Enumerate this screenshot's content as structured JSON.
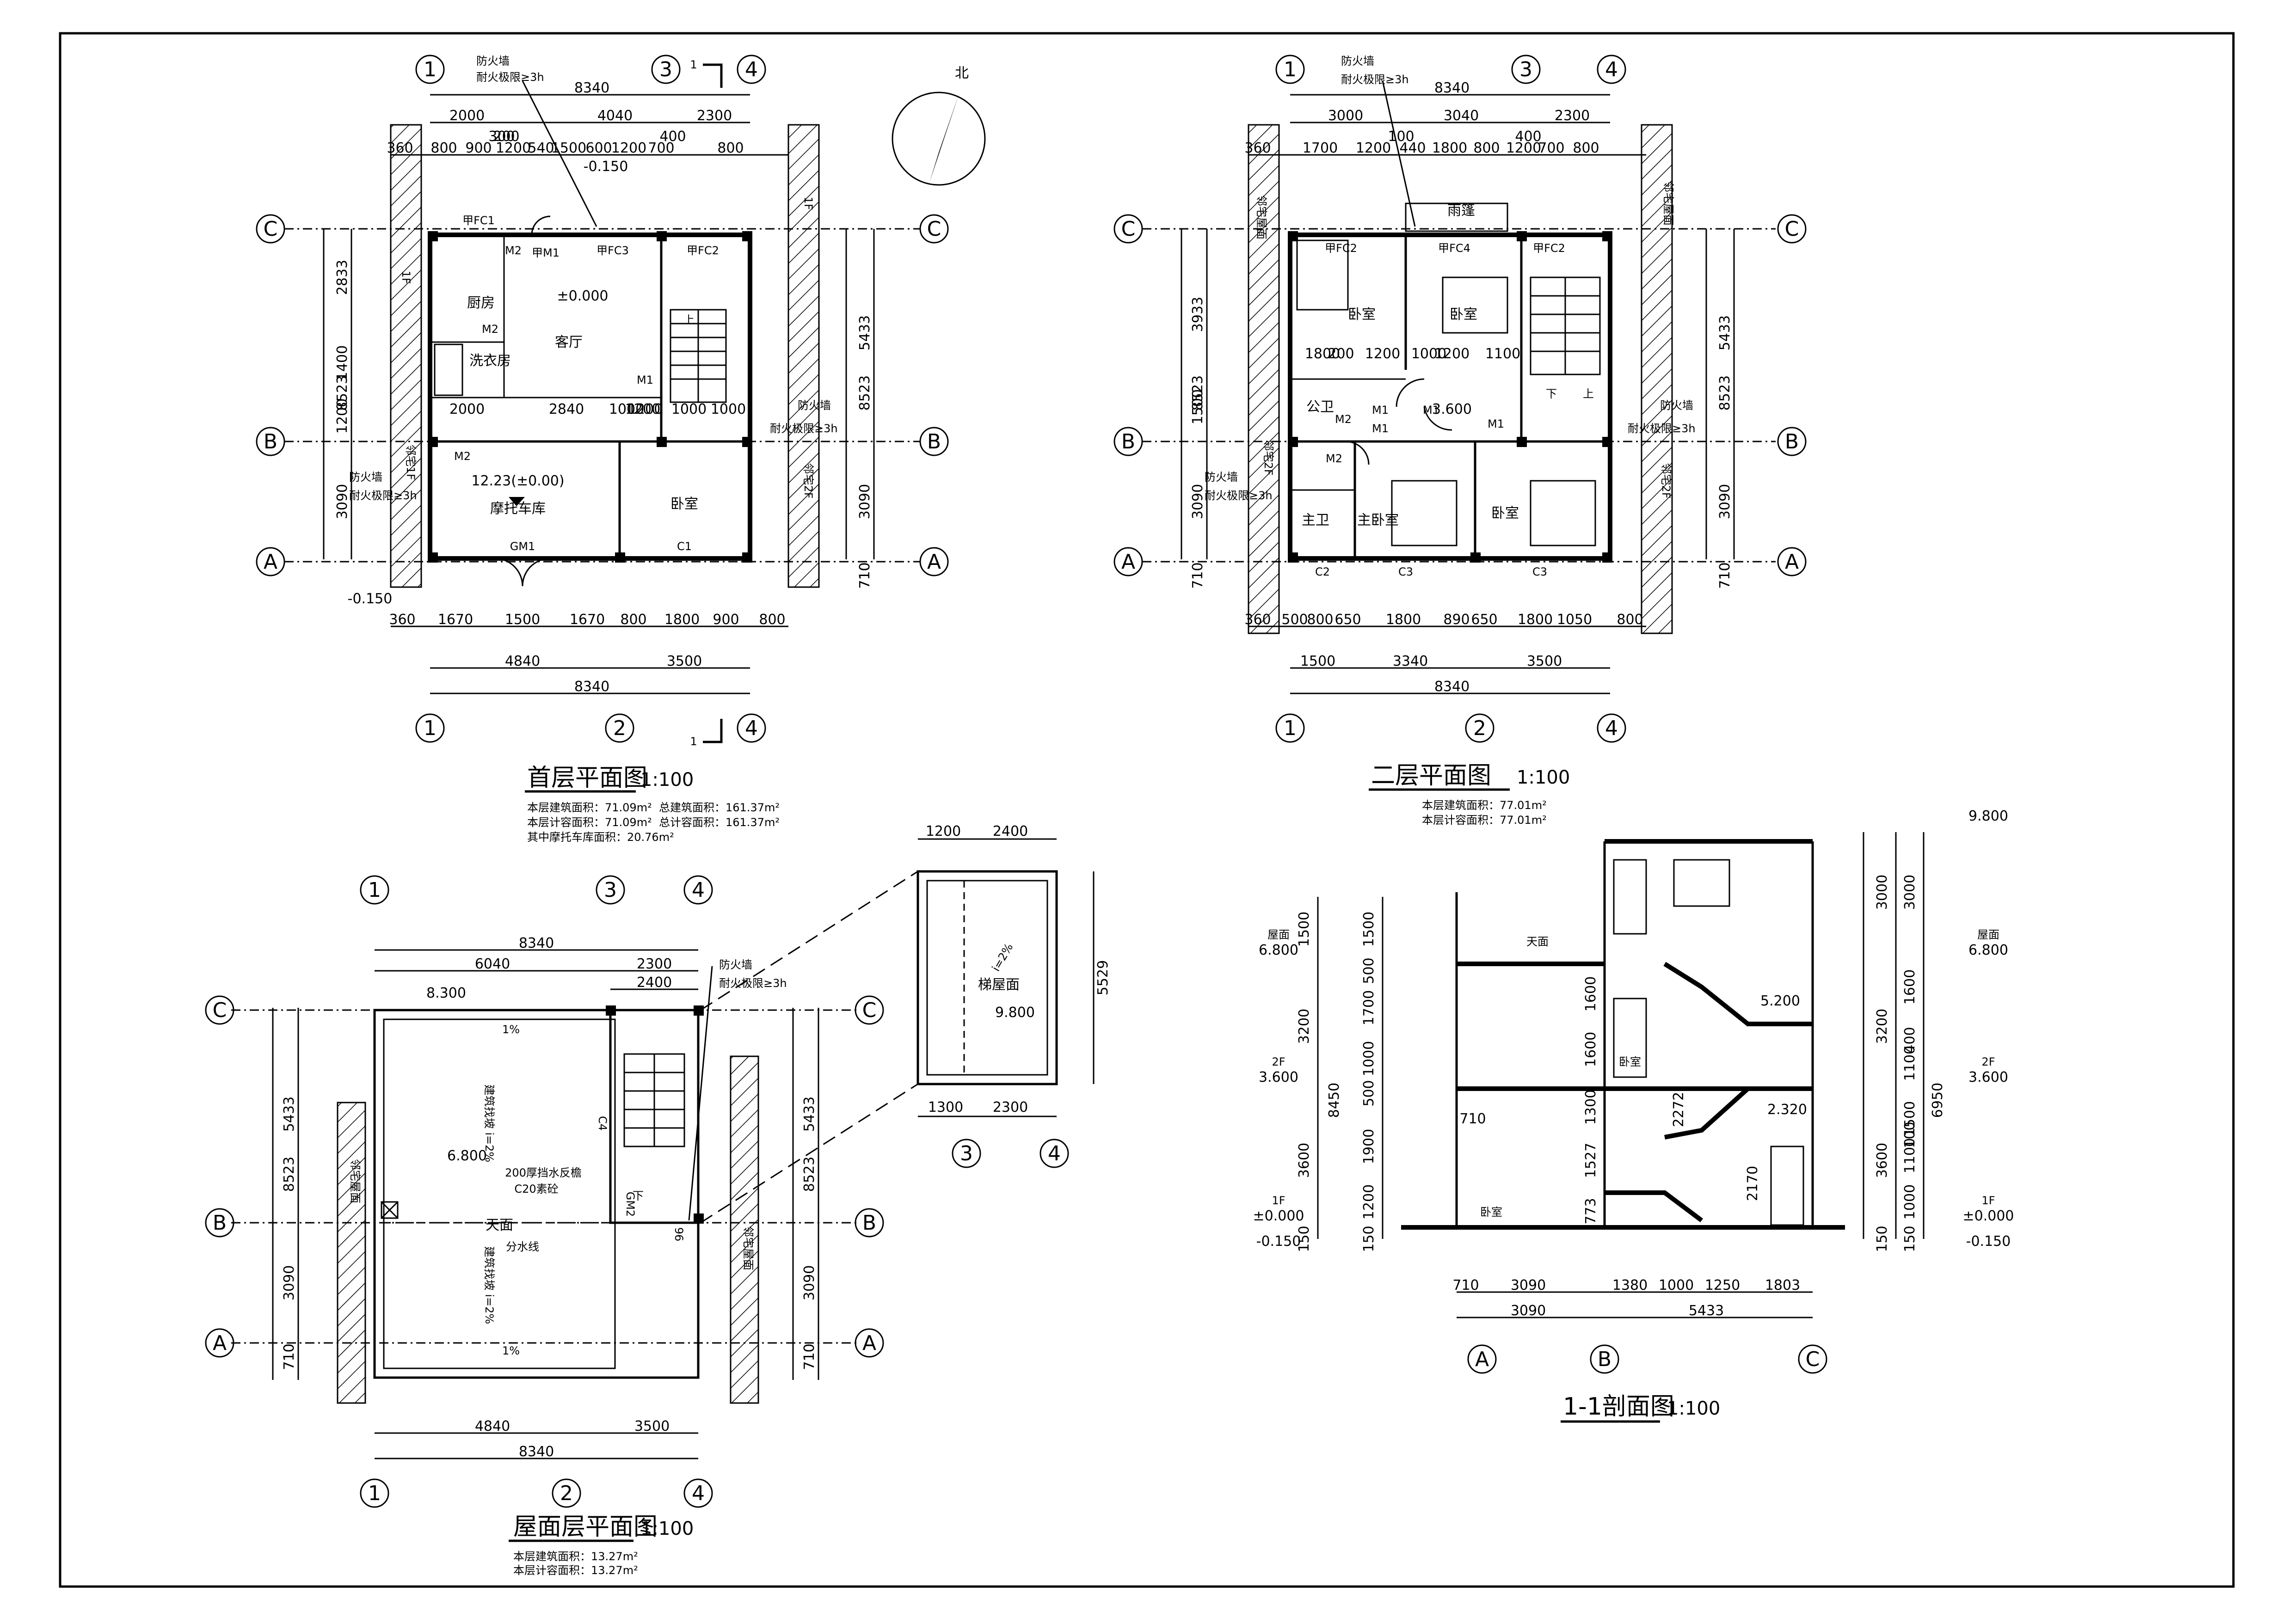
{
  "drawings": {
    "plan1": {
      "title": "首层平面图",
      "scale": "1:100",
      "notes": [
        "本层建筑面积：71.09m²",
        "本层计容面积：71.09m²",
        "其中摩托车库面积：20.76m²"
      ],
      "notes_right": [
        "总建筑面积：161.37m²",
        "总计容面积：161.37m²"
      ],
      "axes_top": [
        "1",
        "3",
        "4"
      ],
      "axes_bottom": [
        "1",
        "2",
        "4"
      ],
      "axes_left": [
        "C",
        "B",
        "A"
      ],
      "axes_right": [
        "C",
        "B",
        "A"
      ],
      "dims_top_total": "8340",
      "dims_top_row2": [
        "2000",
        "4040",
        "2300"
      ],
      "dims_top_row3": [
        "360",
        "800",
        "900",
        "1200",
        "540",
        "1500",
        "600",
        "1200",
        "700",
        "800"
      ],
      "dims_top_extra": [
        "300",
        "200",
        "400"
      ],
      "dims_bottom_row1": [
        "360",
        "1670",
        "1500",
        "1670",
        "800",
        "1800",
        "900",
        "800"
      ],
      "dims_bottom_row2": [
        "4840",
        "3500"
      ],
      "dims_bottom_total": "8340",
      "dims_left": [
        "2833",
        "1400",
        "1200",
        "3090",
        "8523"
      ],
      "dims_right": [
        "5433",
        "3090",
        "8523",
        "710",
        "710"
      ],
      "inner_dims": [
        "1000",
        "1200",
        "1000",
        "1000",
        "1200",
        "2000",
        "2840"
      ],
      "rooms": [
        "厨房",
        "洗衣房",
        "客厅",
        "摩托车库",
        "卧室"
      ],
      "elevations": [
        "±0.000",
        "-0.150",
        "12.23(±0.00)",
        "-0.150"
      ],
      "doors": [
        "甲FC1",
        "M2",
        "甲M1",
        "甲FC3",
        "甲FC2",
        "M2",
        "M1",
        "M2",
        "GM1",
        "C1"
      ],
      "wall_notes": [
        "防火墙",
        "耐火极限≥3h",
        "防火墙",
        "耐火极限≥3h",
        "防火墙",
        "耐火极限≥3h"
      ],
      "neighbor_tags": [
        "1F",
        "1F",
        "邻宅1F",
        "邻宅2F"
      ],
      "section_mark": "1",
      "stair_label": "上"
    },
    "plan2": {
      "title": "二层平面图",
      "scale": "1:100",
      "notes": [
        "本层建筑面积：77.01m²",
        "本层计容面积：77.01m²"
      ],
      "axes_top": [
        "1",
        "3",
        "4"
      ],
      "axes_bottom": [
        "1",
        "2",
        "4"
      ],
      "axes_left": [
        "C",
        "B",
        "A"
      ],
      "axes_right": [
        "C",
        "B",
        "A"
      ],
      "dims_top_total": "8340",
      "dims_top_row2": [
        "3000",
        "3040",
        "2300"
      ],
      "dims_top_row3": [
        "360",
        "1700",
        "1200",
        "440",
        "1800",
        "800",
        "1200",
        "700",
        "800"
      ],
      "dims_top_extra": [
        "100",
        "400"
      ],
      "dims_bottom_row1": [
        "360",
        "500",
        "800",
        "650",
        "1800",
        "890",
        "650",
        "1800",
        "1050",
        "800"
      ],
      "dims_bottom_row2": [
        "1500",
        "3340",
        "3500"
      ],
      "dims_bottom_total": "8340",
      "dims_left": [
        "3933",
        "1500",
        "3090",
        "8523",
        "710"
      ],
      "dims_right": [
        "5433",
        "3090",
        "8523",
        "710",
        "710"
      ],
      "inner_dims": [
        "1800",
        "1200",
        "1200",
        "1100",
        "1000",
        "200"
      ],
      "rooms": [
        "卧室",
        "卧室",
        "公卫",
        "主卫",
        "主卧室",
        "卧室",
        "雨篷"
      ],
      "elevations": [
        "3.600"
      ],
      "doors": [
        "甲FC2",
        "甲FC4",
        "甲FC2",
        "M1",
        "M1",
        "M1",
        "M1",
        "M2",
        "M2",
        "C2",
        "C3",
        "C3"
      ],
      "wall_notes": [
        "防火墙",
        "耐火极限≥3h",
        "防火墙",
        "耐火极限≥3h",
        "防火墙",
        "耐火极限≥3h"
      ],
      "neighbor_tags": [
        "邻宅屋面",
        "邻宅屋面",
        "邻宅2F",
        "邻宅2F"
      ],
      "stair_labels": [
        "下",
        "上"
      ]
    },
    "roof": {
      "title": "屋面层平面图",
      "scale": "1:100",
      "notes": [
        "本层建筑面积：13.27m²",
        "本层计容面积：13.27m²"
      ],
      "axes_top": [
        "1",
        "3",
        "4"
      ],
      "axes_bottom": [
        "1",
        "2",
        "4"
      ],
      "axes_left": [
        "C",
        "B",
        "A"
      ],
      "axes_right": [
        "C",
        "B",
        "A"
      ],
      "dims_top_total": "8340",
      "dims_top_row2": [
        "6040",
        "2300"
      ],
      "dims_top_row3": [
        "2400"
      ],
      "dims_bottom_row1": [
        "4840",
        "3500"
      ],
      "dims_bottom_total": "8340",
      "dims_left": [
        "5433",
        "3090",
        "8523",
        "710",
        "710"
      ],
      "dims_right": [
        "5433",
        "3090",
        "8523",
        "710",
        "710"
      ],
      "labels": [
        "天面",
        "分水线",
        "建筑找坡 i=2%",
        "建筑找坡 i=2%",
        "200厚挡水反檐",
        "C20素砼",
        "1%",
        "1%",
        "C4",
        "GM2",
        "下",
        "96"
      ],
      "elevations": [
        "8.300",
        "6.800"
      ],
      "wall_notes": [
        "防火墙",
        "耐火极限≥3h"
      ],
      "neighbor_tags": [
        "邻宅屋面",
        "邻宅屋面"
      ]
    },
    "stair_roof": {
      "dims_top": [
        "1200",
        "2400"
      ],
      "dims_bottom": [
        "1300",
        "2300"
      ],
      "dims_right": "5529",
      "label": "梯屋面",
      "slope": "i=2%",
      "elevation": "9.800",
      "axes": [
        "3",
        "4"
      ]
    },
    "section": {
      "title": "1-1剖面图",
      "scale": "1:100",
      "levels_left": [
        {
          "name": "屋面",
          "value": "6.800"
        },
        {
          "name": "2F",
          "value": "3.600"
        },
        {
          "name": "1F",
          "value": "±0.000"
        },
        {
          "name": "",
          "value": "-0.150"
        }
      ],
      "levels_right": [
        {
          "name": "",
          "value": "9.800"
        },
        {
          "name": "屋面",
          "value": "6.800"
        },
        {
          "name": "2F",
          "value": "3.600"
        },
        {
          "name": "1F",
          "value": "±0.000"
        },
        {
          "name": "",
          "value": "-0.150"
        }
      ],
      "dims_left_outer": [
        "1500",
        "3200",
        "3600",
        "150"
      ],
      "dims_left_inner": [
        "1500",
        "500",
        "1700",
        "1000",
        "500",
        "1900",
        "1200",
        "150"
      ],
      "dims_left_total": "8450",
      "dims_right_outer": [
        "3000",
        "3200",
        "3600",
        "150"
      ],
      "dims_right_inner": [
        "3000",
        "1600",
        "400",
        "1100",
        "1500",
        "100",
        "1100",
        "1000",
        "150"
      ],
      "dims_right_total": "6950",
      "dims_mid": [
        "1600",
        "1600",
        "1300",
        "1527",
        "773",
        "2272",
        "2170",
        "710"
      ],
      "dims_bottom_row1": [
        "710",
        "3090",
        "1380",
        "1000",
        "1250",
        "1803"
      ],
      "dims_bottom_row2": [
        "3090",
        "5433"
      ],
      "axes": [
        "A",
        "B",
        "C"
      ],
      "rooms": [
        "天面",
        "卧室",
        "卧室"
      ],
      "stair_levels": [
        "5.200",
        "2.320"
      ]
    }
  },
  "north_label": "北"
}
